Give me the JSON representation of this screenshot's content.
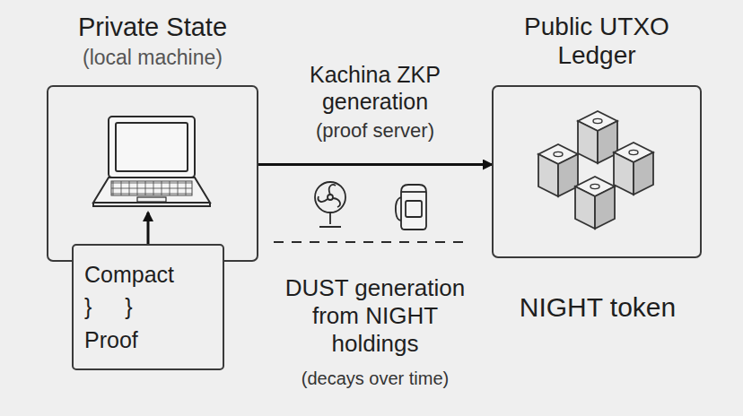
{
  "diagram": {
    "nodes": [
      {
        "text": [
          "Private State",
          "(local machine)"
        ]
      },
      {
        "text": [
          "Compact } } Proof"
        ]
      },
      {
        "text": [
          "Public UTXO Ledger"
        ]
      }
    ],
    "edges": [
      {
        "from": 1,
        "to": 0,
        "arrow": "to"
      },
      {
        "from": 0,
        "to": 2,
        "arrow": "to",
        "label": "Kachina ZKP generation"
      }
    ],
    "labels": [
      "(proof server)",
      "DUST generation from NIGHT holdings",
      "(decays over time)",
      "NIGHT token"
    ]
  }
}
